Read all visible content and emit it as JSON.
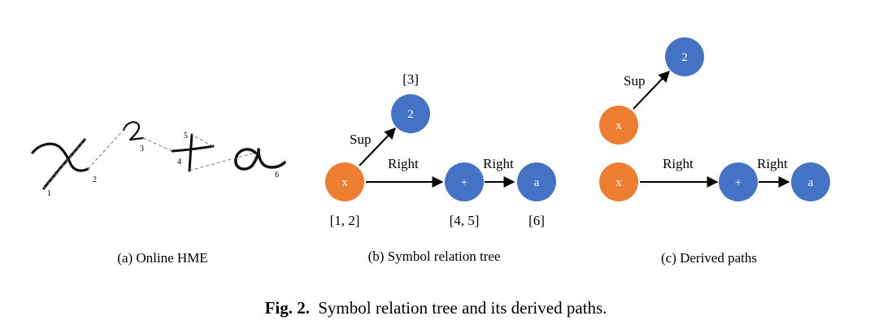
{
  "colors": {
    "symbol_x": "#ed7d31",
    "symbol_other": "#4472c4",
    "node_text": "#ffffff",
    "edge": "#000000"
  },
  "panel_a": {
    "caption": "(a) Online HME",
    "stroke_numbers": [
      "1",
      "2",
      "3",
      "4",
      "5",
      "6"
    ]
  },
  "panel_b": {
    "caption": "(b) Symbol relation tree",
    "nodes": {
      "x": "x",
      "sup": "2",
      "plus": "+",
      "a": "a"
    },
    "edges": {
      "sup": "Sup",
      "right1": "Right",
      "right2": "Right"
    },
    "stroke_indices": {
      "x": "[1, 2]",
      "sup": "[3]",
      "plus": "[4, 5]",
      "a": "[6]"
    }
  },
  "panel_c": {
    "caption": "(c) Derived paths",
    "path1": {
      "from": "x",
      "to": "2",
      "edge": "Sup"
    },
    "path2": {
      "nodes": [
        "x",
        "+",
        "a"
      ],
      "edges": [
        "Right",
        "Right"
      ]
    }
  },
  "figure": {
    "label": "Fig. 2.",
    "caption": "Symbol relation tree and its derived paths."
  }
}
